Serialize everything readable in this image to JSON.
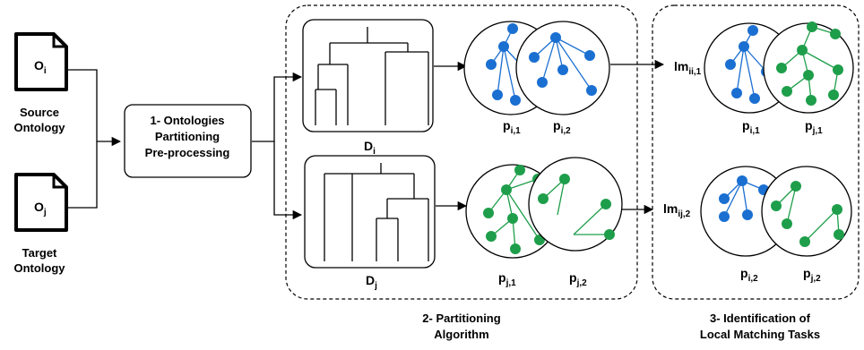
{
  "source": {
    "doc_label": "O",
    "doc_sub": "i",
    "caption_line1": "Source",
    "caption_line2": "Ontology"
  },
  "target": {
    "doc_label": "O",
    "doc_sub": "j",
    "caption_line1": "Target",
    "caption_line2": "Ontology"
  },
  "preprocess": {
    "line1": "1- Ontologies",
    "line2": "Partitioning",
    "line3": "Pre-processing"
  },
  "dendrograms": {
    "top": {
      "label": "D",
      "sub": "i"
    },
    "bottom": {
      "label": "D",
      "sub": "j"
    }
  },
  "partitions": {
    "pi1": {
      "label": "p",
      "sub": "i,1"
    },
    "pi2": {
      "label": "p",
      "sub": "i,2"
    },
    "pj1": {
      "label": "p",
      "sub": "j,1"
    },
    "pj2": {
      "label": "p",
      "sub": "j,2"
    }
  },
  "matching": {
    "top": {
      "label": "lm",
      "sub": "ii,1"
    },
    "bottom": {
      "label": "lm",
      "sub": "ij,2"
    }
  },
  "sections": {
    "partitioning_line1": "2- Partitioning",
    "partitioning_line2": "Algorithm",
    "identification_line1": "3- Identification of",
    "identification_line2": "Local Matching Tasks"
  },
  "colors": {
    "blue": "#1a6fd1",
    "green": "#1e9e4a"
  }
}
